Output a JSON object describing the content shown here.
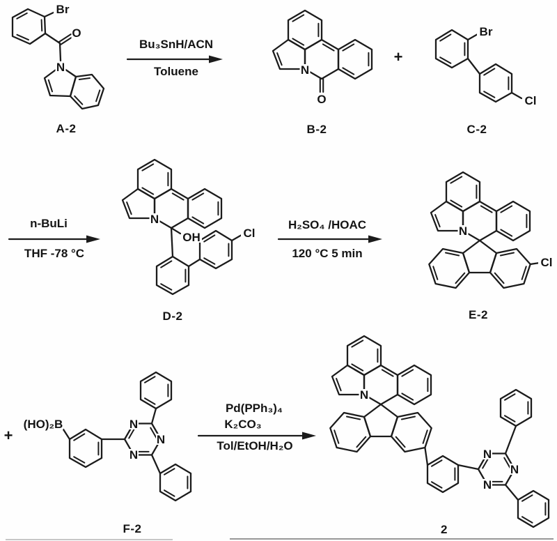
{
  "figure": {
    "compounds": {
      "a2": {
        "label": "A-2",
        "atoms": {
          "br": "Br",
          "o": "O",
          "n": "N"
        }
      },
      "b2": {
        "label": "B-2",
        "atoms": {
          "n": "N",
          "o": "O"
        }
      },
      "c2": {
        "label": "C-2",
        "atoms": {
          "br": "Br",
          "cl": "Cl"
        }
      },
      "d2": {
        "label": "D-2",
        "atoms": {
          "n": "N",
          "oh": "OH",
          "cl": "Cl"
        }
      },
      "e2": {
        "label": "E-2",
        "atoms": {
          "n": "N",
          "cl": "Cl"
        }
      },
      "f2": {
        "label": "F-2",
        "atoms": {
          "boron_group": "(HO)₂B",
          "n1": "N",
          "n2": "N",
          "n3": "N"
        }
      },
      "p2": {
        "label": "2",
        "atoms": {
          "n": "N",
          "n1": "N",
          "n2": "N",
          "n3": "N"
        }
      }
    },
    "steps": {
      "step1": {
        "above": "Bu₃SnH/ACN",
        "below": "Toluene"
      },
      "step2": {
        "above": "n-BuLi",
        "below": "THF -78 °C"
      },
      "step3": {
        "above": "H₂SO₄ /HOAC",
        "below": "120 °C 5 min"
      },
      "step4": {
        "line1": "Pd(PPh₃)₄",
        "line2": "K₂CO₃",
        "below": "Tol/EtOH/H₂O"
      }
    },
    "operators": {
      "plus1": "+",
      "plus2": "+"
    }
  }
}
